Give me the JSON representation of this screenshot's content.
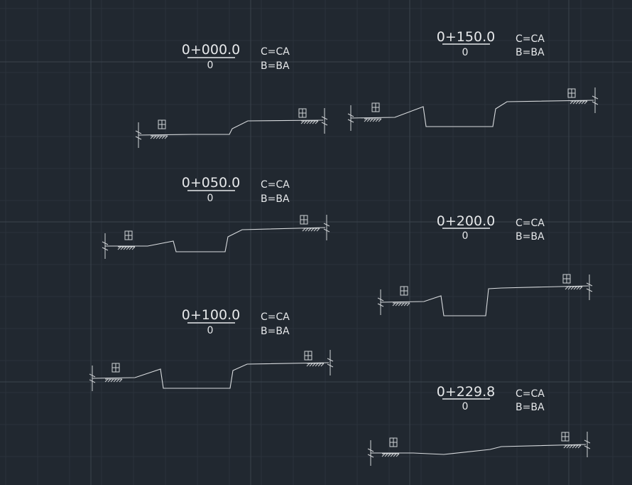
{
  "sections": [
    {
      "chainage": "0+000.0",
      "elevation": "0",
      "annot_c": "C=CA",
      "annot_b": "B=BA"
    },
    {
      "chainage": "0+050.0",
      "elevation": "0",
      "annot_c": "C=CA",
      "annot_b": "B=BA"
    },
    {
      "chainage": "0+100.0",
      "elevation": "0",
      "annot_c": "C=CA",
      "annot_b": "B=BA"
    },
    {
      "chainage": "0+150.0",
      "elevation": "0",
      "annot_c": "C=CA",
      "annot_b": "B=BA"
    },
    {
      "chainage": "0+200.0",
      "elevation": "0",
      "annot_c": "C=CA",
      "annot_b": "B=BA"
    },
    {
      "chainage": "0+229.8",
      "elevation": "0",
      "annot_c": "C=CA",
      "annot_b": "B=BA"
    }
  ],
  "colors": {
    "background": "#212830",
    "grid_major": "#3a434d",
    "grid_minor": "#2a323b",
    "linework": "#d9dcdf"
  },
  "icons": {
    "field": "field-symbol-icon",
    "hatch": "ground-hatch-icon",
    "edge": "section-edge-icon"
  }
}
